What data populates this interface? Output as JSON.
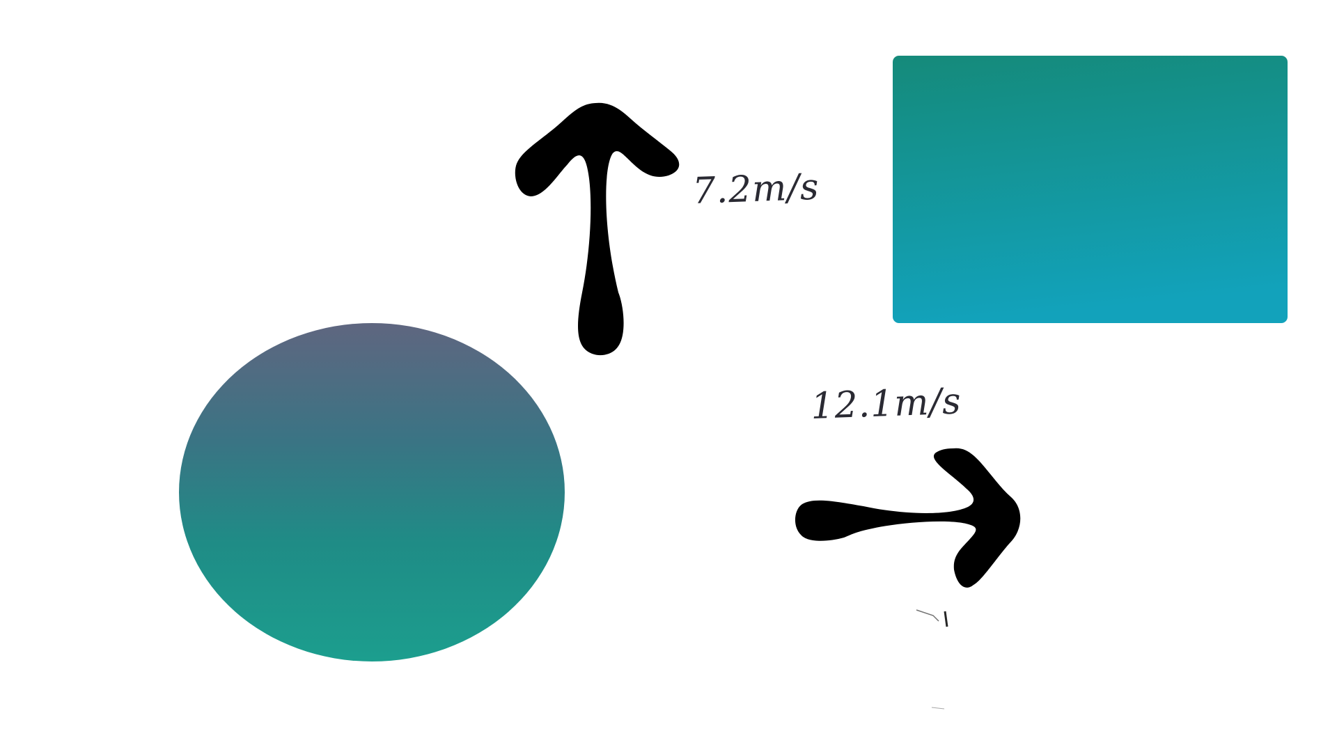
{
  "colors": {
    "background": "#ffffff",
    "ellipse_top": "#5f6680",
    "ellipse_mid": "#3a7484",
    "ellipse_bottom": "#1c9e8e",
    "rect_top": "#158a7a",
    "rect_bottom": "#12a2bb",
    "arrow": "#000000",
    "label_text": "#2a2a33"
  },
  "objects": {
    "ellipse": {
      "shape": "ellipse",
      "fill": "teal-gradient"
    },
    "rectangle": {
      "shape": "rounded-rectangle",
      "fill": "teal-blue-gradient"
    }
  },
  "vectors": [
    {
      "direction": "up",
      "label": "7.2m/s",
      "icon": "up-arrow-icon"
    },
    {
      "direction": "right",
      "label": "12.1m/s",
      "icon": "right-arrow-icon"
    }
  ]
}
